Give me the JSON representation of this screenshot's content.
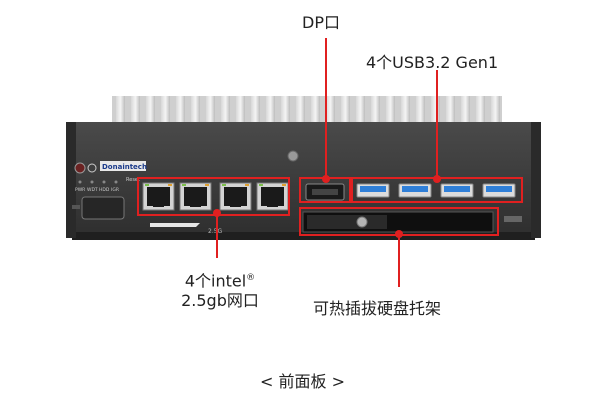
{
  "callouts": {
    "dp": "DP口",
    "usb": "4个USB3.2 Gen1",
    "lan_line1": "4个intel",
    "lan_reg": "®",
    "lan_line2": "2.5gb网口",
    "hdd": "可热插拔硬盘托架"
  },
  "device": {
    "brand_logo": "Donaintech",
    "reset_label": "Reset",
    "led_labels": [
      "PWR",
      "WDT",
      "HDD",
      "IGR"
    ],
    "port_lan_badge": "2.5G"
  },
  "caption": {
    "text": "< 前面板 >"
  },
  "colors": {
    "accent": "#e02020",
    "usb_blue": "#2f7fd8",
    "chassis": "#3a3a3a"
  }
}
